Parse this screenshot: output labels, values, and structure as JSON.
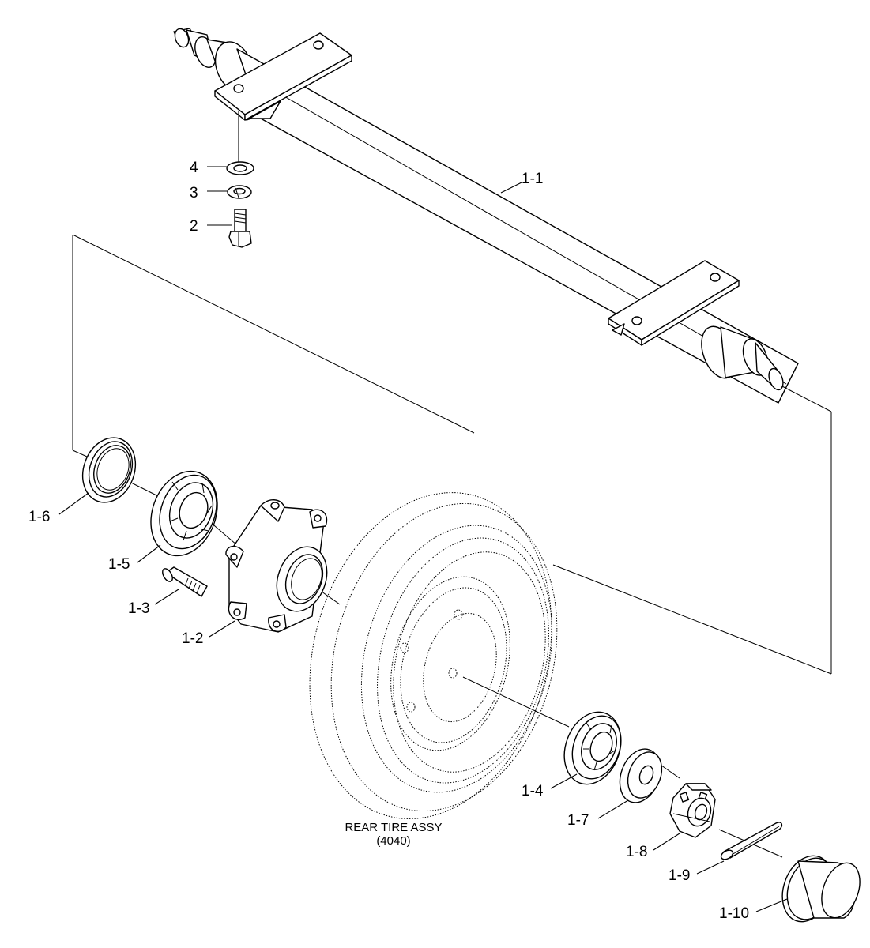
{
  "diagram": {
    "callouts": {
      "c_1_1": "1-1",
      "c_4": "4",
      "c_3": "3",
      "c_2": "2",
      "c_1_6": "1-6",
      "c_1_5": "1-5",
      "c_1_3": "1-3",
      "c_1_2": "1-2",
      "c_1_4": "1-4",
      "c_1_7": "1-7",
      "c_1_8": "1-8",
      "c_1_9": "1-9",
      "c_1_10": "1-10"
    },
    "tire_caption": {
      "line1": "REAR TIRE ASSY",
      "line2": "(4040)"
    }
  }
}
